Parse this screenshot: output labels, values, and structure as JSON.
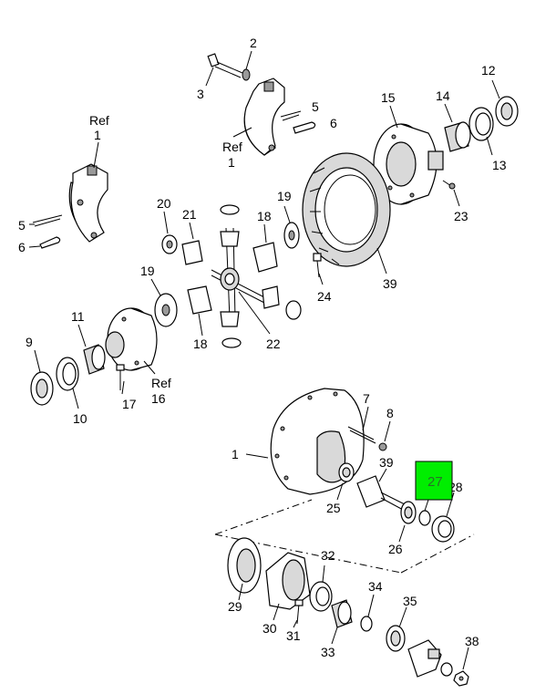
{
  "callouts": {
    "c1a_ref": "Ref",
    "c1a_num": "1",
    "c1b_ref": "Ref",
    "c1b_num": "1",
    "c1c": "1",
    "c2": "2",
    "c3": "3",
    "c5a": "5",
    "c6a": "6",
    "c5b": "5",
    "c6b": "6",
    "c7": "7",
    "c8": "8",
    "c9": "9",
    "c10": "10",
    "c11": "11",
    "c12": "12",
    "c13": "13",
    "c14": "14",
    "c15": "15",
    "c16_ref": "Ref",
    "c16_num": "16",
    "c17": "17",
    "c18a": "18",
    "c18b": "18",
    "c19a": "19",
    "c19b": "19",
    "c20": "20",
    "c21": "21",
    "c22": "22",
    "c23": "23",
    "c24": "24",
    "c25": "25",
    "c26": "26",
    "c27": "27",
    "c28": "28",
    "c29": "29",
    "c30": "30",
    "c31": "31",
    "c32": "32",
    "c33": "33",
    "c34": "34",
    "c35": "35",
    "c38": "38",
    "c39a": "39",
    "c39b": "39"
  },
  "highlight": {
    "color": "#00ee00",
    "label": "27"
  }
}
